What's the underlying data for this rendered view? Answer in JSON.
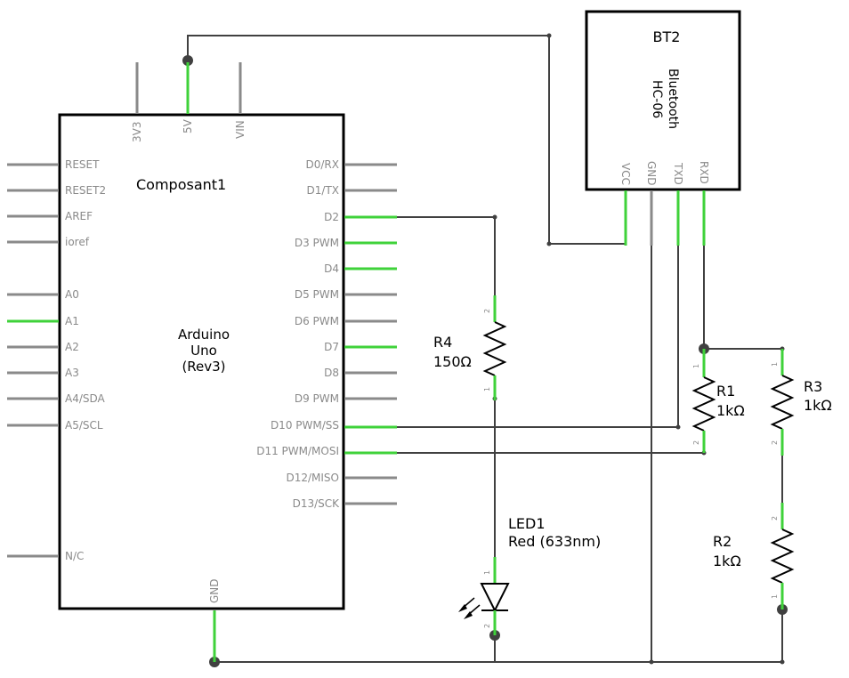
{
  "colors": {
    "wire": "#404040",
    "pin": "#8a8a8a",
    "pin_connected": "#3fd23a",
    "outline": "#000000"
  },
  "arduino": {
    "name": "Composant1",
    "title_line1": "Arduino",
    "title_line2": "Uno",
    "title_line3": "(Rev3)",
    "top_pins": [
      "3V3",
      "5V",
      "VIN"
    ],
    "bottom_pin": "GND",
    "left_pins": [
      "RESET",
      "RESET2",
      "AREF",
      "ioref",
      "A0",
      "A1",
      "A2",
      "A3",
      "A4/SDA",
      "A5/SCL",
      "N/C"
    ],
    "right_pins": [
      "D0/RX",
      "D1/TX",
      "D2",
      "D3 PWM",
      "D4",
      "D5 PWM",
      "D6 PWM",
      "D7",
      "D8",
      "D9 PWM",
      "D10 PWM/SS",
      "D11 PWM/MOSI",
      "D12/MISO",
      "D13/SCK"
    ]
  },
  "bluetooth": {
    "name": "BT2",
    "line1": "Bluetooth",
    "line2": "HC-06",
    "pins": [
      "VCC",
      "GND",
      "TXD",
      "RXD"
    ]
  },
  "r4": {
    "name": "R4",
    "value": "150Ω",
    "pin_a": "2",
    "pin_b": "1"
  },
  "r1": {
    "name": "R1",
    "value": "1kΩ",
    "pin_a": "1",
    "pin_b": "2"
  },
  "r3": {
    "name": "R3",
    "value": "1kΩ",
    "pin_a": "1",
    "pin_b": "2"
  },
  "r2": {
    "name": "R2",
    "value": "1kΩ",
    "pin_a": "2",
    "pin_b": "1"
  },
  "led1": {
    "name": "LED1",
    "value": "Red (633nm)",
    "pin_a": "1",
    "pin_b": "2"
  }
}
